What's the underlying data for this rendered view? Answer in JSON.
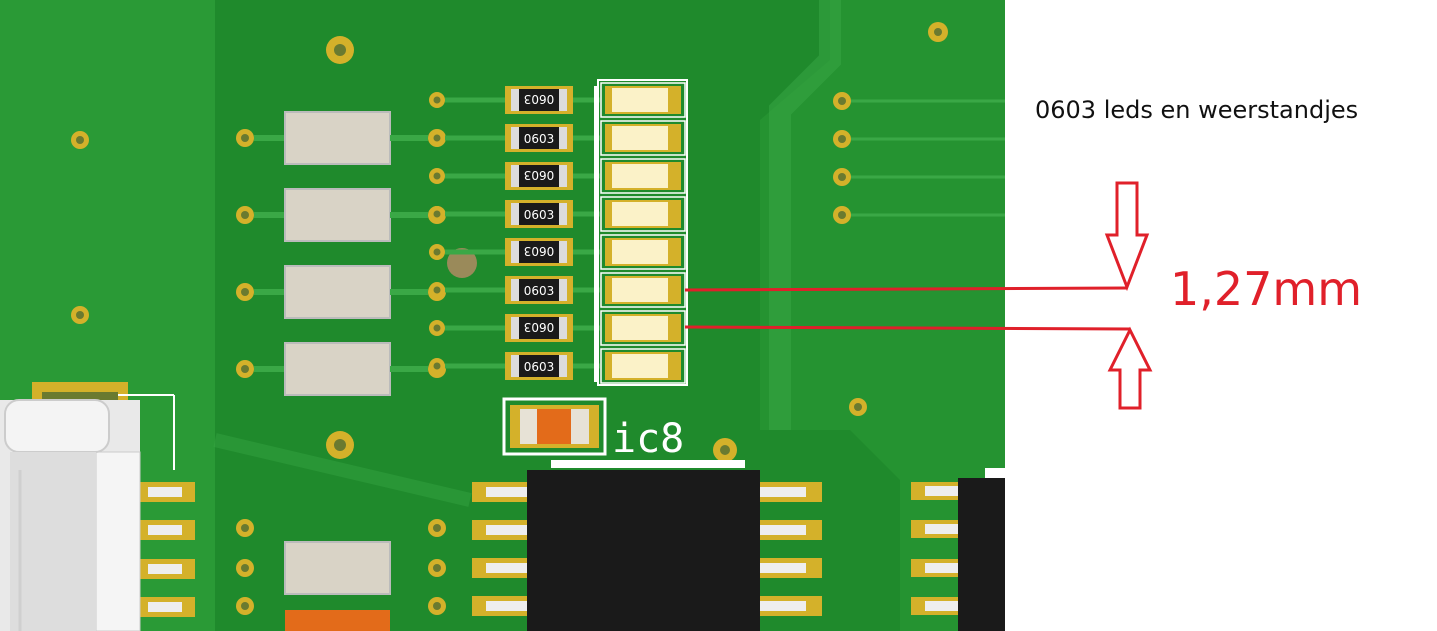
{
  "annotation": {
    "caption": "0603 leds en weerstandjes",
    "dimension": "1,27mm",
    "dimension_color": "#e0202a"
  },
  "pcb": {
    "resistor_marking": "0603",
    "designator": "ic8",
    "board_color": "#1f8a2c",
    "pad_color": "#d4b12a",
    "led_color": "#fbf2c8",
    "ic_color": "#1a1a1a"
  }
}
